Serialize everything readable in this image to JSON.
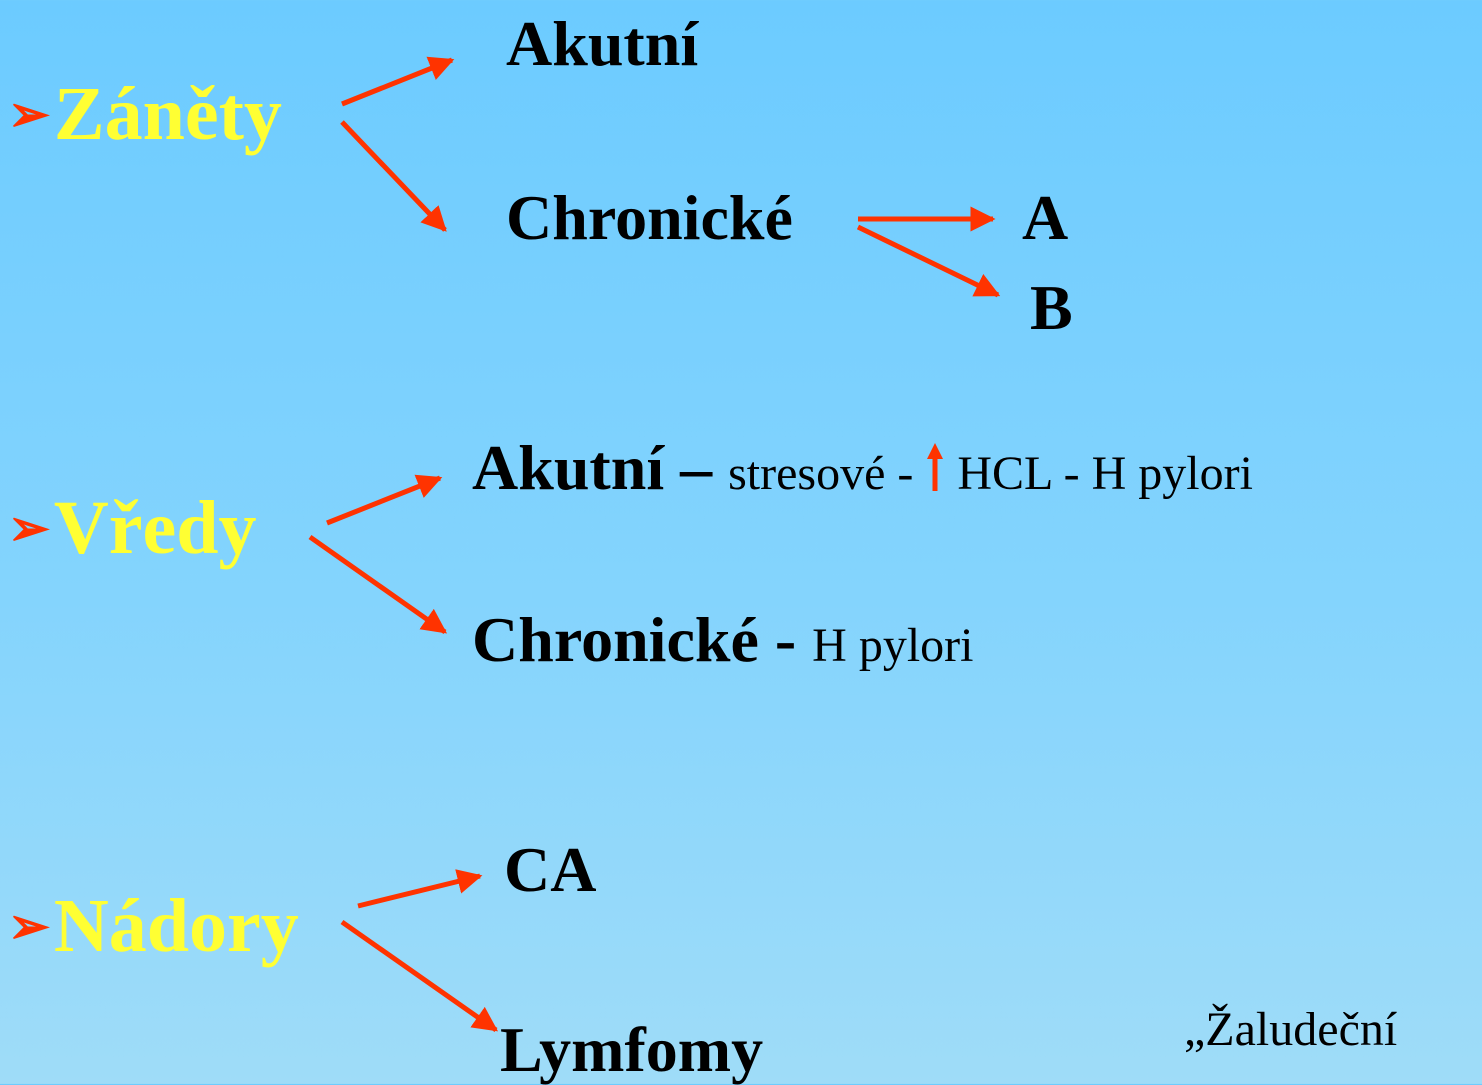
{
  "groups": [
    {
      "heading": "Záněty",
      "items": [
        {
          "label": "Akutní"
        },
        {
          "label": "Chronické",
          "sub": [
            "A",
            "B"
          ]
        }
      ]
    },
    {
      "heading": "Vředy",
      "items": [
        {
          "label": "Akutní",
          "sep": " – ",
          "detail_1": "stresové - ",
          "detail_2": " HCL - H pylori"
        },
        {
          "label": "Chronické",
          "sep": " - ",
          "detail_1": "H pylori"
        }
      ]
    },
    {
      "heading": "Nádory",
      "items": [
        {
          "label": "CA"
        },
        {
          "label": "Lymfomy"
        }
      ]
    }
  ],
  "footer_text": "„Žaludeční",
  "colors": {
    "arrow": "#ff3300",
    "heading": "#ffff33",
    "text": "#000000",
    "background": "#6ccbff"
  },
  "icons": {
    "bullet": "bullet-arrowhead-icon",
    "increase": "up-arrow-icon"
  }
}
